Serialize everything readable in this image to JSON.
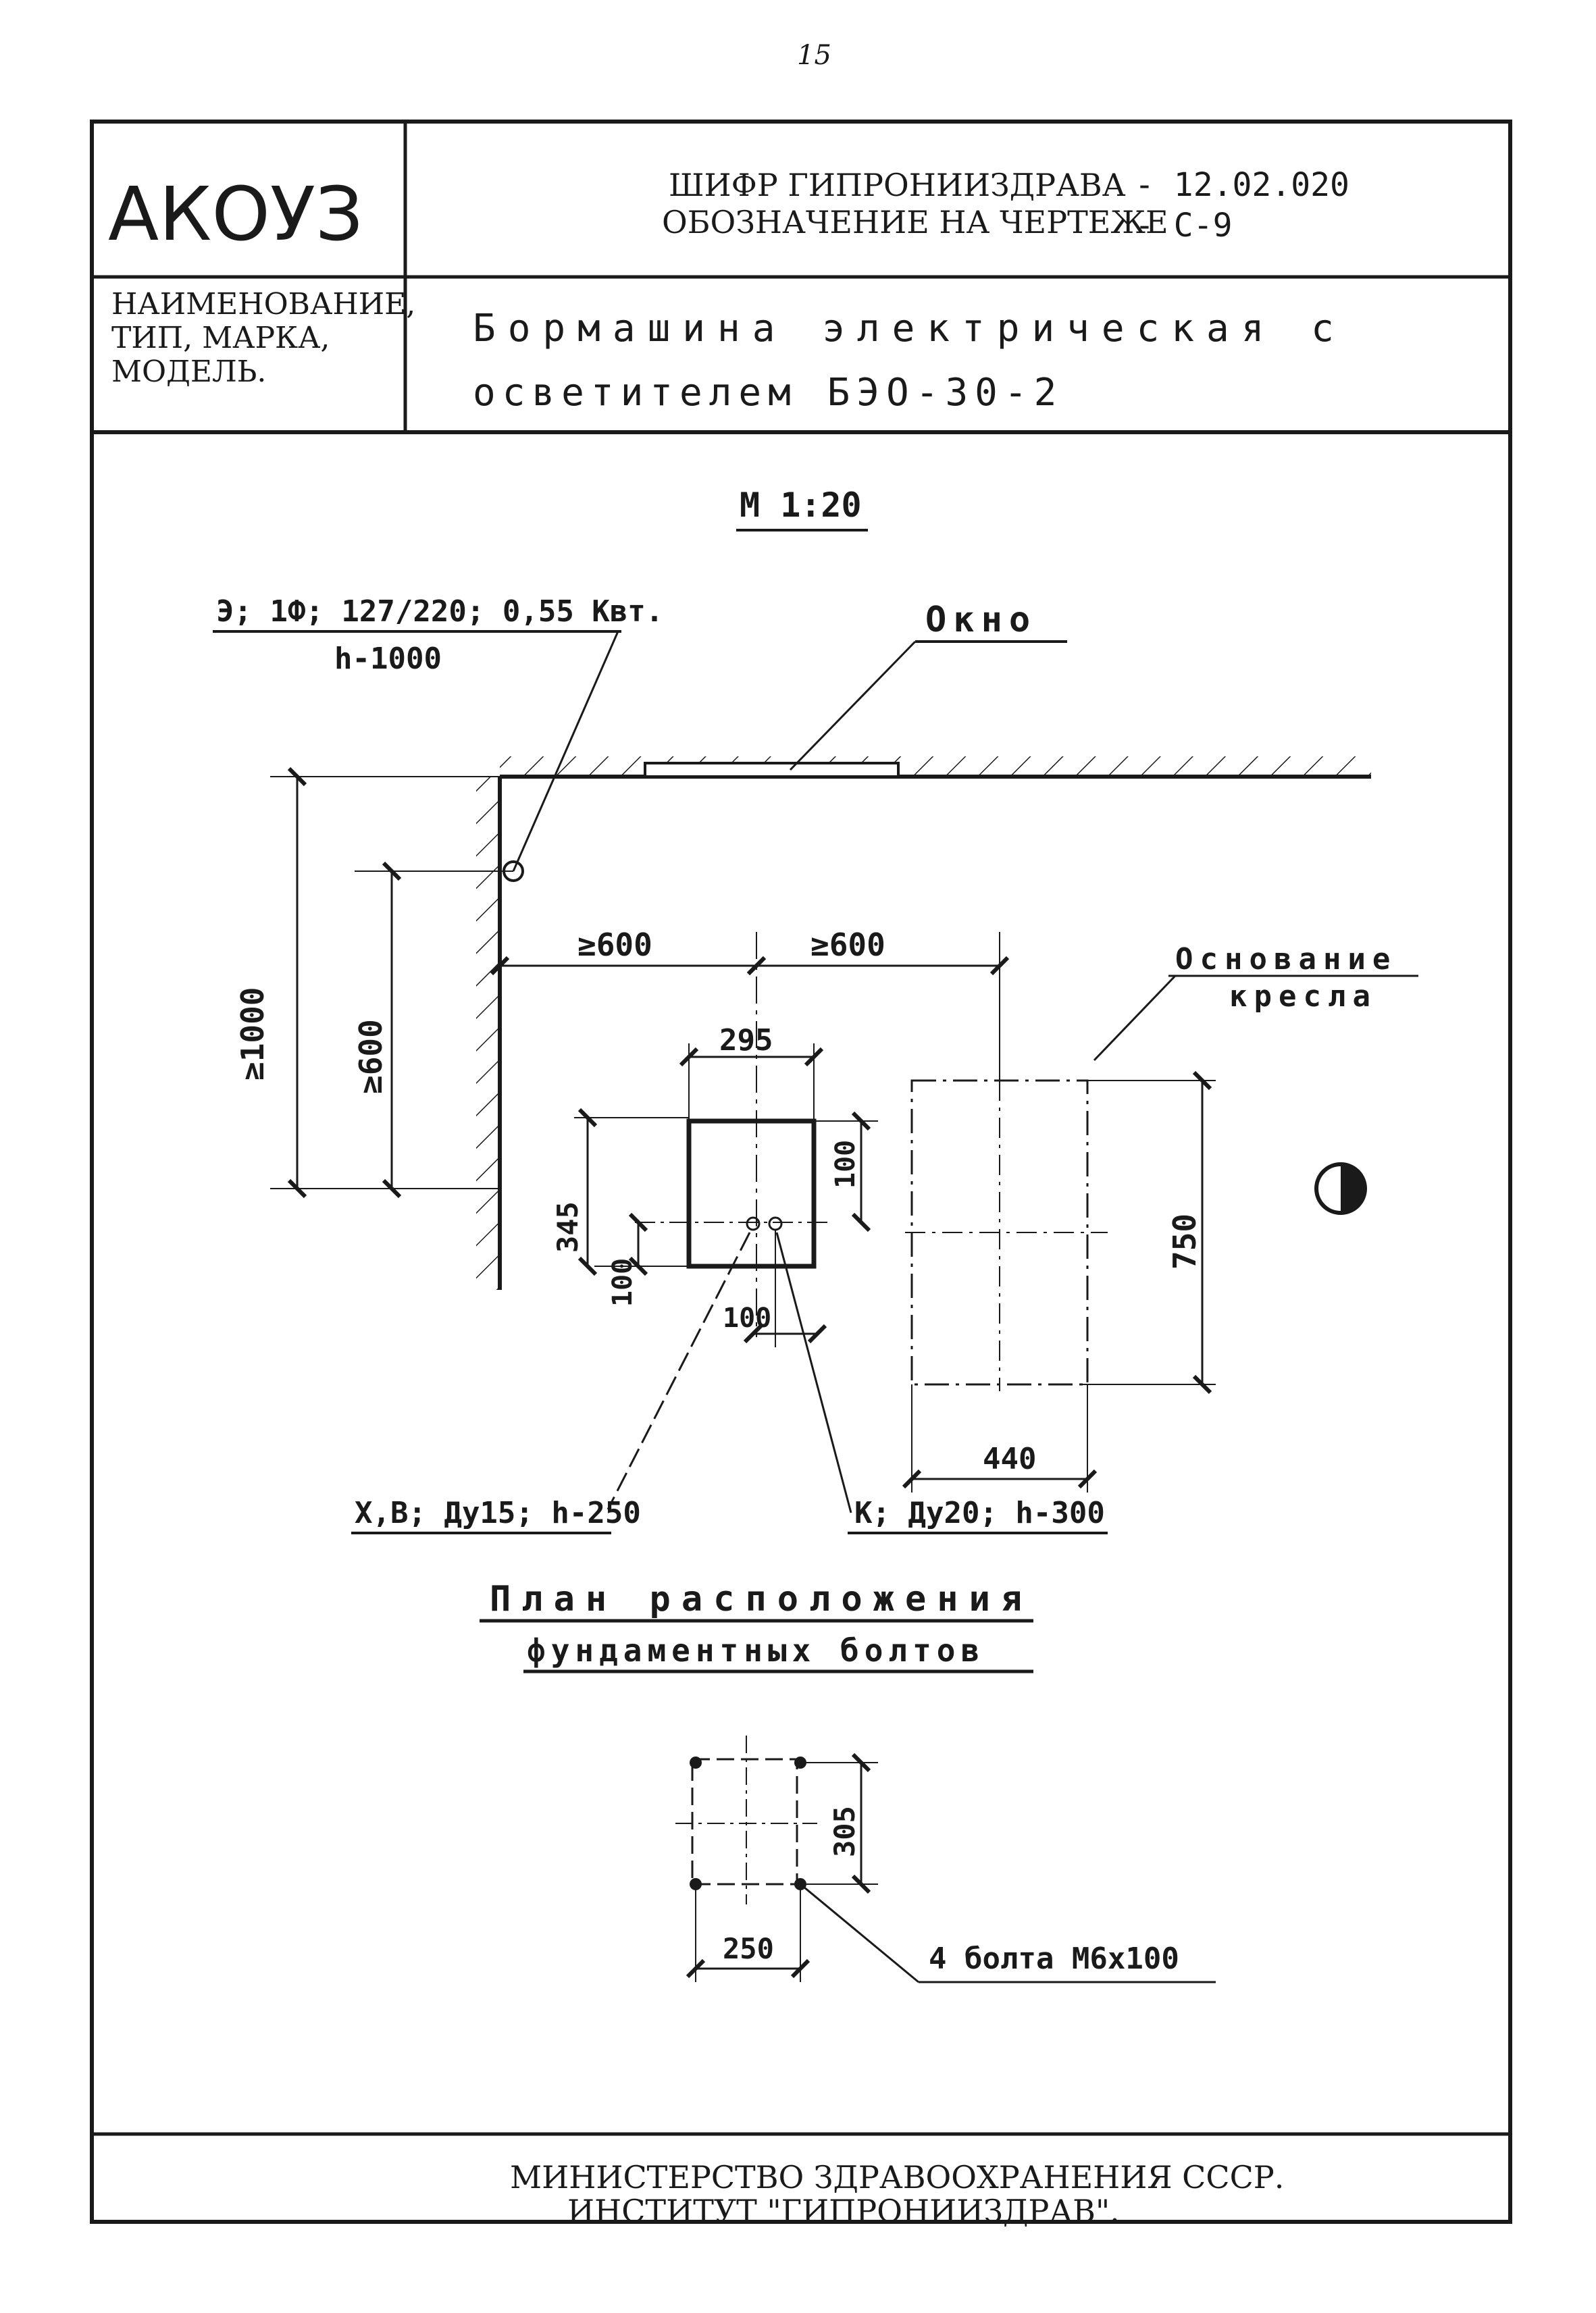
{
  "page_number": "15",
  "header": {
    "logo": "АКОУЗ",
    "cipher_label": "ШИФР ГИПРОНИИЗДРАВА",
    "cipher_value": "- 12.02.020",
    "designation_label": "ОБОЗНАЧЕНИЕ НА ЧЕРТЕЖЕ",
    "designation_value": "- С-9",
    "name_label_line1": "НАИМЕНОВАНИЕ,",
    "name_label_line2": "ТИП, МАРКА,",
    "name_label_line3": "МОДЕЛЬ.",
    "name_line1": "Бормашина электрическая с",
    "name_line2": "осветителем БЭО-30-2"
  },
  "drawing": {
    "scale": "М 1:20",
    "power_label": "Э; 1Ф; 127/220; 0,55 Квт.",
    "power_height": "h-1000",
    "window_label": "Окно",
    "chair_label_line1": "Основание",
    "chair_label_line2": "кресла",
    "dims": {
      "min_from_wall": "≥600",
      "min_to_chair": "≥600",
      "wall_height_1": "≥1000",
      "wall_height_2": "≥600",
      "unit_width": "295",
      "offset_100_right": "100",
      "offset_345": "345",
      "offset_100_left": "100",
      "offset_100_bottom": "100",
      "chair_depth": "750",
      "chair_width": "440"
    },
    "water_label": "Х,В; Ду15; h-250",
    "sewer_label": "К; Ду20; h-300",
    "plan_title_line1": "План расположения",
    "plan_title_line2": "фундаментных болтов",
    "bolt_dim_vertical": "305",
    "bolt_dim_horizontal": "250",
    "bolts_label": "4 болта М6х100"
  },
  "footer": {
    "line1": "МИНИСТЕРСТВО ЗДРАВООХРАНЕНИЯ СССР.",
    "line2": "ИНСТИТУТ \"ГИПРОНИИЗДРАВ\"."
  }
}
